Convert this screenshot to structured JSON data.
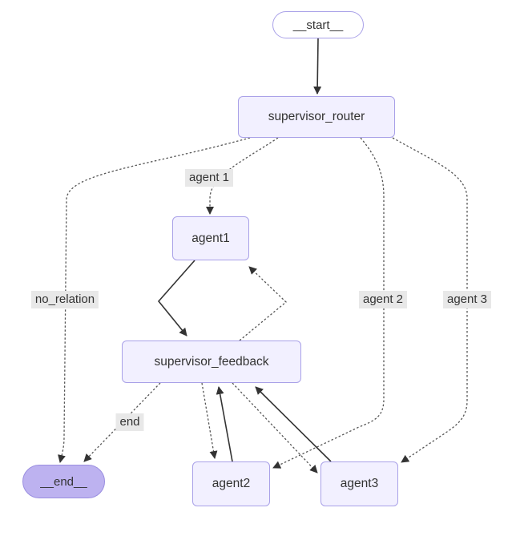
{
  "colors": {
    "background": "#ffffff",
    "node_fill": "#f2f0ff",
    "node_border": "#a9a1e8",
    "start_fill": "#ffffff",
    "start_border": "#a9a1e8",
    "end_fill": "#bdb2f0",
    "end_border": "#9a8ee0",
    "edge_solid": "#333333",
    "edge_dotted": "#555555",
    "label_bg": "#e8e8e8",
    "text": "#333333"
  },
  "nodes": {
    "start": {
      "label": "__start__",
      "shape": "stadium"
    },
    "supervisor_router": {
      "label": "supervisor_router",
      "shape": "rect"
    },
    "agent1": {
      "label": "agent1",
      "shape": "rect"
    },
    "supervisor_feedback": {
      "label": "supervisor_feedback",
      "shape": "rect"
    },
    "agent2": {
      "label": "agent2",
      "shape": "rect"
    },
    "agent3": {
      "label": "agent3",
      "shape": "rect"
    },
    "end": {
      "label": "__end__",
      "shape": "stadium"
    }
  },
  "edge_labels": {
    "agent1": "agent 1",
    "agent2": "agent 2",
    "agent3": "agent 3",
    "no_relation": "no_relation",
    "end": "end"
  },
  "edges": [
    {
      "from": "__start__",
      "to": "supervisor_router",
      "style": "solid",
      "label": ""
    },
    {
      "from": "supervisor_router",
      "to": "agent1",
      "style": "dotted",
      "label": "agent 1"
    },
    {
      "from": "supervisor_router",
      "to": "agent2",
      "style": "dotted",
      "label": "agent 2"
    },
    {
      "from": "supervisor_router",
      "to": "agent3",
      "style": "dotted",
      "label": "agent 3"
    },
    {
      "from": "supervisor_router",
      "to": "__end__",
      "style": "dotted",
      "label": "no_relation"
    },
    {
      "from": "agent1",
      "to": "supervisor_feedback",
      "style": "solid",
      "label": ""
    },
    {
      "from": "agent2",
      "to": "supervisor_feedback",
      "style": "solid",
      "label": ""
    },
    {
      "from": "agent3",
      "to": "supervisor_feedback",
      "style": "solid",
      "label": ""
    },
    {
      "from": "supervisor_feedback",
      "to": "agent1",
      "style": "dotted",
      "label": ""
    },
    {
      "from": "supervisor_feedback",
      "to": "agent2",
      "style": "dotted",
      "label": ""
    },
    {
      "from": "supervisor_feedback",
      "to": "agent3",
      "style": "dotted",
      "label": ""
    },
    {
      "from": "supervisor_feedback",
      "to": "__end__",
      "style": "dotted",
      "label": "end"
    }
  ]
}
